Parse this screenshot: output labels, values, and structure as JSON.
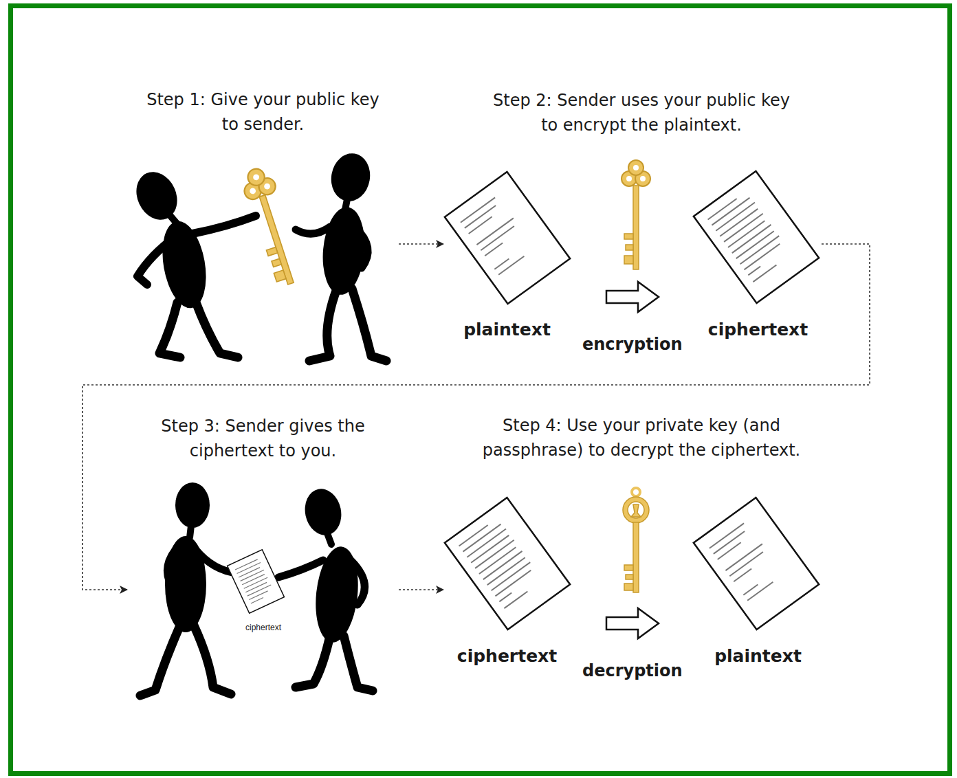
{
  "diagram": {
    "nodes": [
      {
        "text": [
          "Step 1: Give your public key to sender."
        ]
      },
      {
        "text": [
          "plaintext"
        ]
      },
      {
        "text": [
          "ciphertext"
        ]
      },
      {
        "text": [
          "Step 3: Sender gives the ciphertext to you."
        ]
      },
      {
        "text": [
          "ciphertext"
        ]
      },
      {
        "text": [
          "plaintext"
        ]
      }
    ],
    "edges": [
      {
        "from": 0,
        "to": 1,
        "arrow": "to"
      },
      {
        "from": 1,
        "to": 2,
        "label": "encryption",
        "arrow": "to"
      },
      {
        "from": 2,
        "to": 3,
        "arrow": "to"
      },
      {
        "from": 3,
        "to": 4,
        "arrow": "to"
      },
      {
        "from": 4,
        "to": 5,
        "label": "decryption",
        "arrow": "to"
      }
    ],
    "labels": [
      "Step 2: Sender uses your public key to encrypt the plaintext.",
      "Step 4: Use your private key (and passphrase) to decrypt the ciphertext.",
      "ciphertext"
    ]
  }
}
